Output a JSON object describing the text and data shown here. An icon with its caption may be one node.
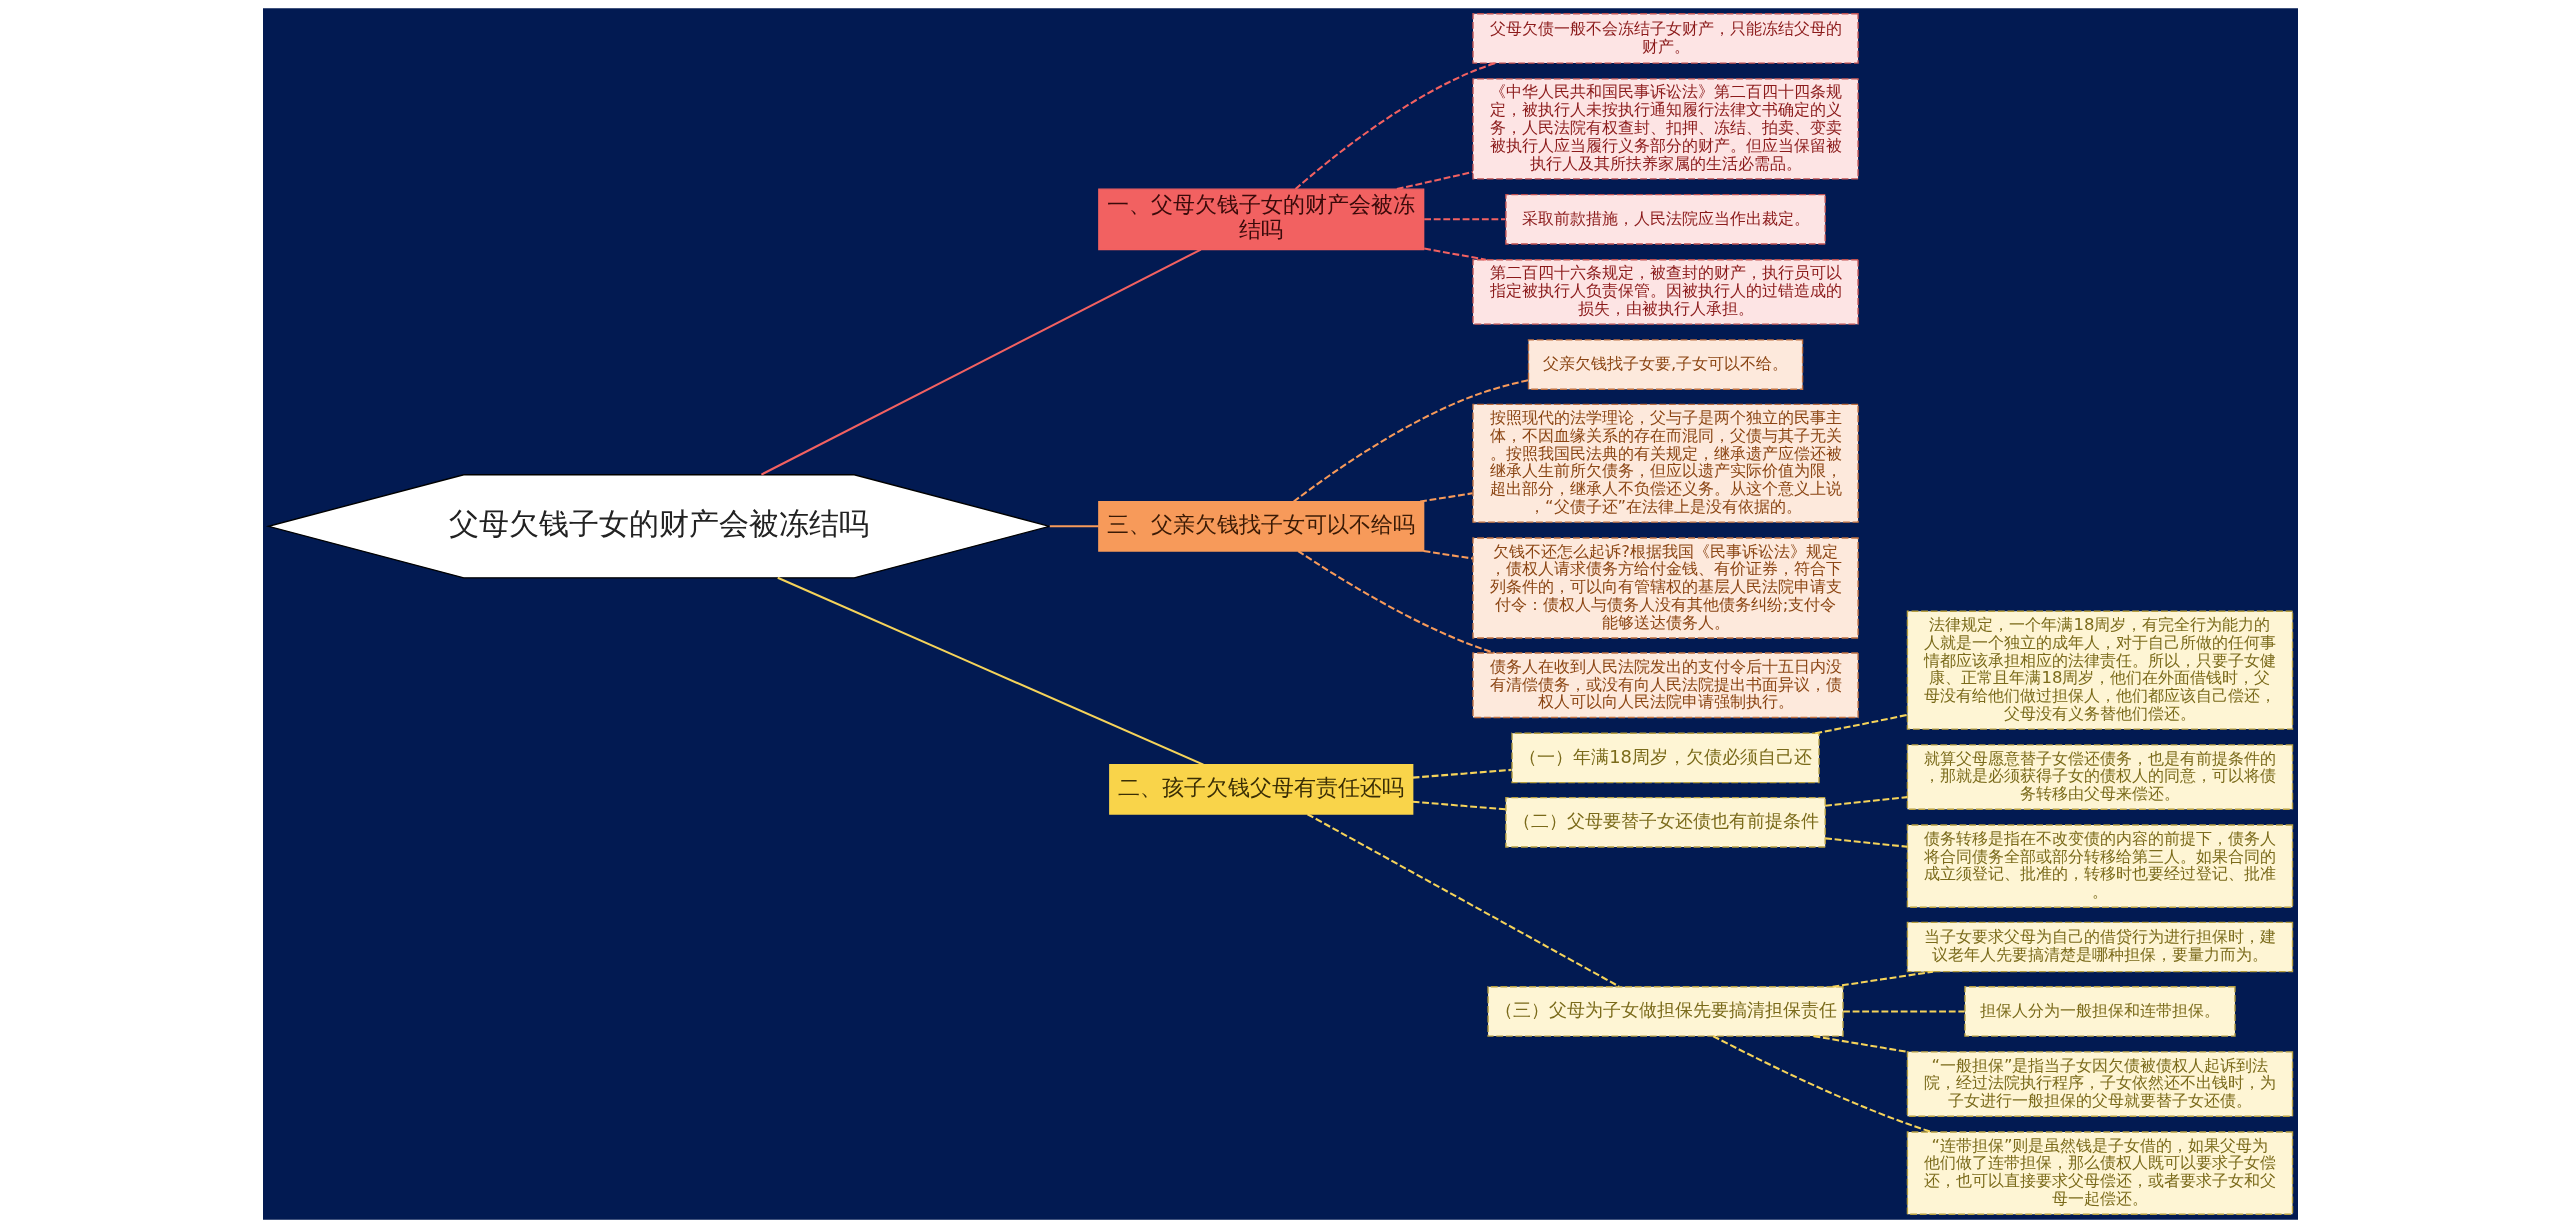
{
  "diagram": {
    "nodes": [
      {
        "text": [
          "父母欠钱子女的财产会被冻结吗"
        ]
      },
      {
        "text": [
          "一、父母欠钱子女的财产会被冻结吗"
        ]
      },
      {
        "text": [
          "父母欠债一般不会冻结子女财产，只能冻结父母的财产。"
        ]
      },
      {
        "text": [
          "《中华人民共和国民事诉讼法》第二百四十四条规定，被执行人未按执行通知履行法律文书确定的义务，人民法院有权查封、扣押、冻结、拍卖、变卖被执行人应当履行义务部分的财产。但应当保留被执行人及其所扶养家属的生活必需品。"
        ]
      },
      {
        "text": [
          "采取前款措施，人民法院应当作出裁定。"
        ]
      },
      {
        "text": [
          "第二百四十六条规定，被查封的财产，执行员可以指定被执行人负责保管。因被执行人的过错造成的损失，由被执行人承担。"
        ]
      },
      {
        "text": [
          "三、父亲欠钱找子女可以不给吗"
        ]
      },
      {
        "text": [
          "父亲欠钱找子女要,子女可以不给。"
        ]
      },
      {
        "text": [
          "按照现代的法学理论，父与子是两个独立的民事主体，不因血缘关系的存在而混同，父债与其子无关。按照我国民法典的有关规定，继承遗产应偿还被继承人生前所欠债务，但应以遗产实际价值为限，超出部分，继承人不负偿还义务。从这个意义上说，“父债子还”在法律上是没有依据的。"
        ]
      },
      {
        "text": [
          "欠钱不还怎么起诉?根据我国《民事诉讼法》规定，债权人请求债务方给付金钱、有价证券，符合下列条件的，可以向有管辖权的基层人民法院申请支付令：债权人与债务人没有其他债务纠纷;支付令能够送达债务人。"
        ]
      },
      {
        "text": [
          "债务人在收到人民法院发出的支付令后十五日内没有清偿债务，或没有向人民法院提出书面异议，债权人可以向人民法院申请强制执行。"
        ]
      },
      {
        "text": [
          "二、孩子欠钱父母有责任还吗"
        ]
      },
      {
        "text": [
          "（一）年满18周岁，欠债必须自己还"
        ]
      },
      {
        "text": [
          "法律规定，一个年满18周岁，有完全行为能力的人就是一个独立的成年人，对于自己所做的任何事情都应该承担相应的法律责任。所以，只要子女健康、正常且年满18周岁，他们在外面借钱时，父母没有给他们做过担保人，他们都应该自己偿还，父母没有义务替他们偿还。"
        ]
      },
      {
        "text": [
          "（二）父母要替子女还债也有前提条件"
        ]
      },
      {
        "text": [
          "就算父母愿意替子女偿还债务，也是有前提条件的，那就是必须获得子女的债权人的同意，可以将债务转移由父母来偿还。"
        ]
      },
      {
        "text": [
          "债务转移是指在不改变债的内容的前提下，债务人将合同债务全部或部分转移给第三人。如果合同的成立须登记、批准的，转移时也要经过登记、批准。"
        ]
      },
      {
        "text": [
          "（三）父母为子女做担保先要搞清担保责任"
        ]
      },
      {
        "text": [
          "当子女要求父母为自己的借贷行为进行担保时，建议老年人先要搞清楚是哪种担保，要量力而为。"
        ]
      },
      {
        "text": [
          "担保人分为一般担保和连带担保。"
        ]
      },
      {
        "text": [
          "“一般担保”是指当子女因欠债被债权人起诉到法院，经过法院执行程序，子女依然还不出钱时，为子女进行一般担保的父母就要替子女还债。"
        ]
      },
      {
        "text": [
          "“连带担保”则是虽然钱是子女借的，如果父母为他们做了连带担保，那么债权人既可以要求子女偿还，也可以直接要求父母偿还，或者要求子女和父母一起偿还。"
        ]
      }
    ],
    "edges": [
      {
        "from": 0,
        "to": 1,
        "arrow": "none",
        "color": "#f26161"
      },
      {
        "from": 1,
        "to": 2,
        "arrow": "none",
        "style": "dashed",
        "color": "#f26161"
      },
      {
        "from": 1,
        "to": 3,
        "arrow": "none",
        "style": "dashed",
        "color": "#f26161"
      },
      {
        "from": 1,
        "to": 4,
        "arrow": "none",
        "style": "dashed",
        "color": "#f26161"
      },
      {
        "from": 1,
        "to": 5,
        "arrow": "none",
        "style": "dashed",
        "color": "#f26161"
      },
      {
        "from": 0,
        "to": 6,
        "arrow": "none",
        "color": "#f79a5a"
      },
      {
        "from": 6,
        "to": 7,
        "arrow": "none",
        "style": "dashed",
        "color": "#f79a5a"
      },
      {
        "from": 6,
        "to": 8,
        "arrow": "none",
        "style": "dashed",
        "color": "#f79a5a"
      },
      {
        "from": 6,
        "to": 9,
        "arrow": "none",
        "style": "dashed",
        "color": "#f79a5a"
      },
      {
        "from": 6,
        "to": 10,
        "arrow": "none",
        "style": "dashed",
        "color": "#f79a5a"
      },
      {
        "from": 0,
        "to": 11,
        "arrow": "none"
      },
      {
        "from": 11,
        "to": 12,
        "arrow": "none",
        "style": "dashed"
      },
      {
        "from": 12,
        "to": 13,
        "arrow": "none",
        "style": "dashed"
      },
      {
        "from": 11,
        "to": 14,
        "arrow": "none",
        "style": "dashed"
      },
      {
        "from": 14,
        "to": 15,
        "arrow": "none",
        "style": "dashed"
      },
      {
        "from": 14,
        "to": 16,
        "arrow": "none",
        "style": "dashed"
      },
      {
        "from": 11,
        "to": 17,
        "arrow": "none",
        "style": "dashed"
      },
      {
        "from": 17,
        "to": 18,
        "arrow": "none",
        "style": "dashed"
      },
      {
        "from": 17,
        "to": 19,
        "arrow": "none",
        "style": "dashed"
      },
      {
        "from": 17,
        "to": 20,
        "arrow": "none",
        "style": "dashed"
      },
      {
        "from": 17,
        "to": 21,
        "arrow": "none",
        "style": "dashed"
      }
    ]
  }
}
